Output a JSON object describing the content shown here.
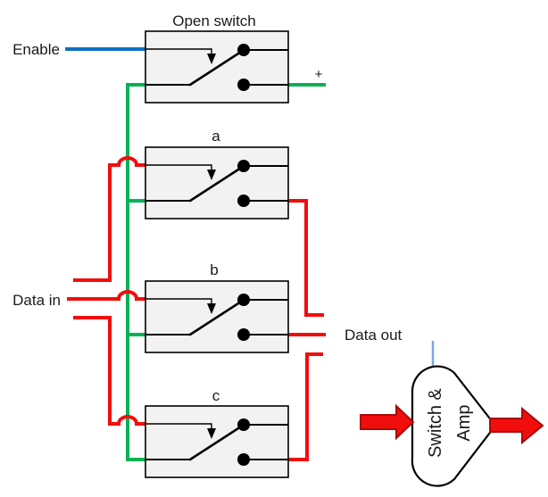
{
  "labels": {
    "enable": "Enable",
    "open_switch": "Open switch",
    "plus": "+",
    "switch_a": "a",
    "switch_b": "b",
    "switch_c": "c",
    "data_in": "Data in",
    "data_out": "Data out"
  },
  "amp_block": {
    "line1": "Switch &",
    "line2": "Amp"
  },
  "colors": {
    "wire_red": "#f20d0d",
    "wire_green": "#0ab154",
    "wire_blue": "#0c72c4",
    "ctrl_blue": "#7ba7dc",
    "box_fill": "#f2f2f2",
    "box_border": "#000000",
    "line_black": "#000000",
    "arrow_fill": "#f20d0d",
    "arrow_border": "#aa0a0a",
    "shape_border": "#000000",
    "text": "#1a1a1a"
  }
}
